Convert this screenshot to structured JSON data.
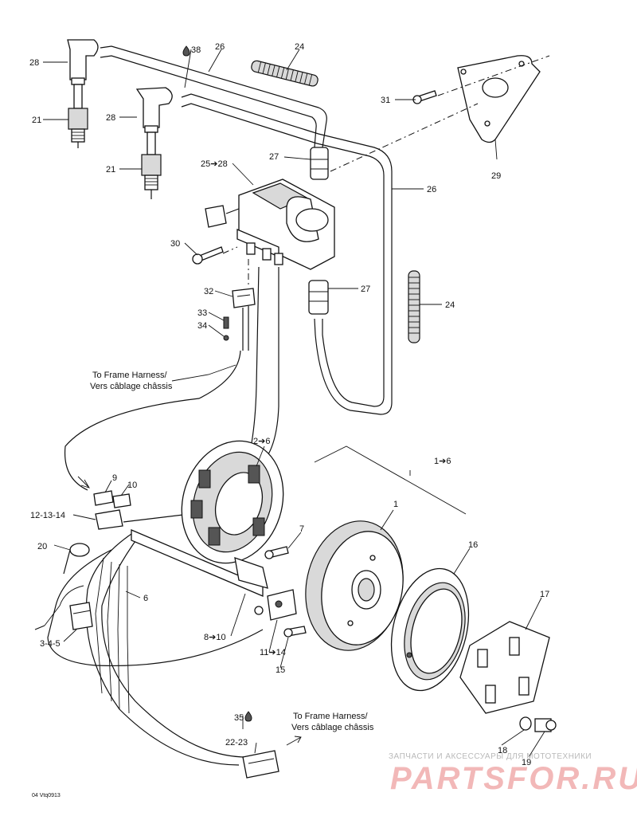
{
  "callouts": {
    "c28a": "28",
    "c38": "38",
    "c26a": "26",
    "c24a": "24",
    "c21a": "21",
    "c28b": "28",
    "c21b": "21",
    "c31": "31",
    "c29": "29",
    "c27a": "27",
    "c2528": "25➔28",
    "c26b": "26",
    "c30": "30",
    "c27b": "27",
    "c24b": "24",
    "c32": "32",
    "c33": "33",
    "c34": "34",
    "c26r": "2➔6",
    "c16r": "1➔6",
    "c1": "1",
    "c9": "9",
    "c10": "10",
    "c121314": "12-13-14",
    "c20": "20",
    "c7": "7",
    "c16": "16",
    "c17": "17",
    "c6": "6",
    "c345": "3-4-5",
    "c810": "8➔10",
    "c1114": "11➔14",
    "c15": "15",
    "c35": "35",
    "c2223": "22-23",
    "c18": "18",
    "c19": "19"
  },
  "notes": {
    "frame1_en": "To Frame Harness/",
    "frame1_fr": "Vers câblage châssis",
    "frame2_en": "To Frame Harness/",
    "frame2_fr": "Vers câblage châssis"
  },
  "drawing_code": "04 Vtq0913",
  "watermark": {
    "tagline": "ЗАПЧАСТИ И АКСЕССУАРЫ ДЛЯ МОТОТЕХНИКИ",
    "brand": "PARTSFOR.RU"
  }
}
